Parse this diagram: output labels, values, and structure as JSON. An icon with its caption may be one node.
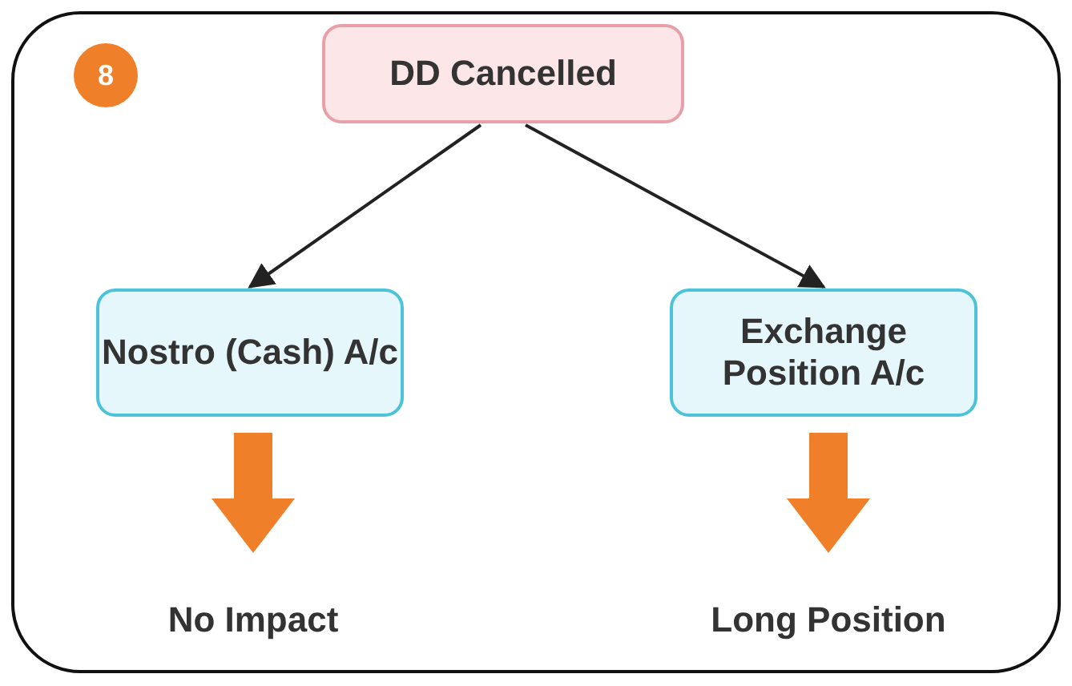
{
  "diagram": {
    "nodes": [
      {
        "text": [
          "DD Cancelled"
        ]
      },
      {
        "text": [
          "Nostro (Cash) A/c"
        ]
      },
      {
        "text": [
          "Exchange Position A/c"
        ]
      },
      {
        "text": [
          "No Impact"
        ]
      },
      {
        "text": [
          "Long Position"
        ]
      }
    ],
    "edges": [
      {
        "from": 0,
        "to": 1,
        "arrow": "to"
      },
      {
        "from": 0,
        "to": 2,
        "arrow": "to"
      },
      {
        "from": 1,
        "to": 3,
        "arrow": "to",
        "style": "thick",
        "color": "#f07f2a"
      },
      {
        "from": 2,
        "to": 4,
        "arrow": "to",
        "style": "thick",
        "color": "#f07f2a"
      }
    ],
    "labels": [
      "8"
    ]
  }
}
